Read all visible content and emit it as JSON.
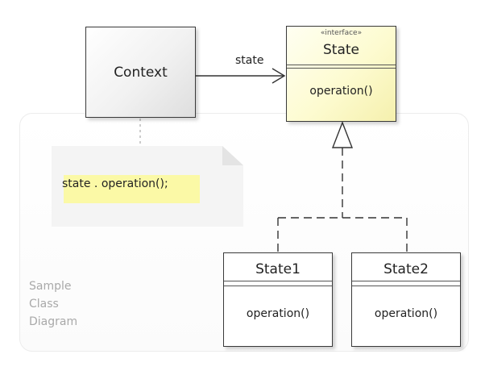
{
  "diagram": {
    "caption": [
      "Sample",
      "Class",
      "Diagram"
    ],
    "context": {
      "name": "Context"
    },
    "association": {
      "label": "state"
    },
    "note": {
      "text": "state . operation();"
    },
    "interface": {
      "stereotype": "«interface»",
      "name": "State",
      "operation": "operation()"
    },
    "classes": [
      {
        "name": "State1",
        "operation": "operation()"
      },
      {
        "name": "State2",
        "operation": "operation()"
      }
    ]
  }
}
